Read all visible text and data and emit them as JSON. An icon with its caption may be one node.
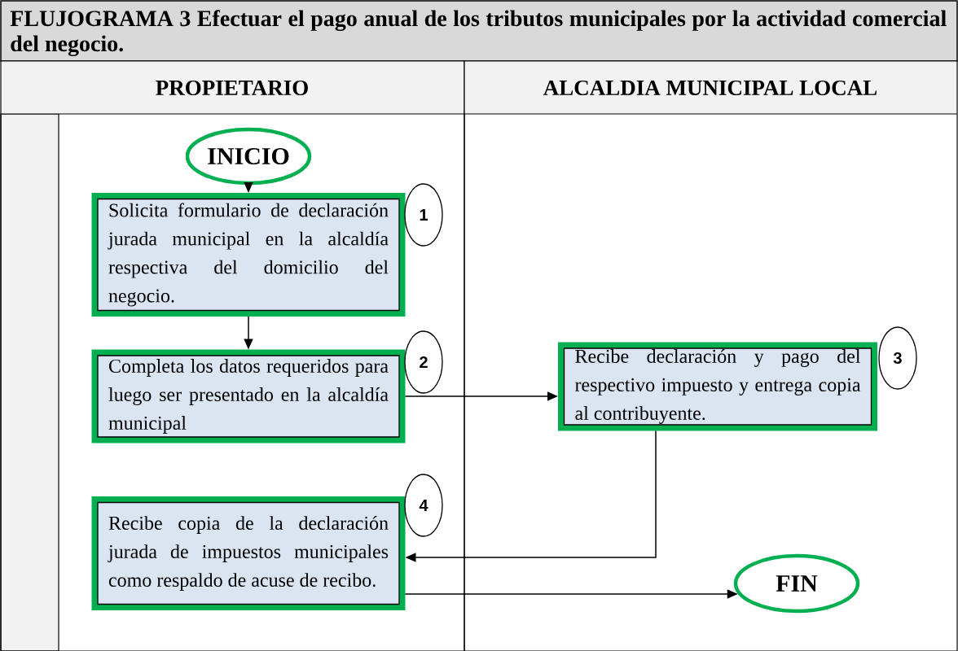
{
  "diagram": {
    "title": "FLUJOGRAMA 3 Efectuar el pago anual de los tributos municipales por la actividad comercial del negocio.",
    "nodes": [
      {
        "text": [
          "PROPIETARIO"
        ]
      },
      {
        "text": [
          "ALCALDIA MUNICIPAL LOCAL"
        ]
      },
      {
        "text": [
          "INICIO"
        ],
        "in": 0
      },
      {
        "text": [
          "Solicita formulario de declaración jurada municipal en la alcaldía respectiva del domicilio del negocio."
        ],
        "in": 0
      },
      {
        "text": [
          "1"
        ],
        "in": 0
      },
      {
        "text": [
          "Completa los datos requeridos para luego ser presentado en la alcaldía municipal"
        ],
        "in": 0
      },
      {
        "text": [
          "2"
        ],
        "in": 0
      },
      {
        "text": [
          "Recibe declaración y pago del respectivo impuesto y entrega copia al contribuyente."
        ],
        "in": 1
      },
      {
        "text": [
          "3"
        ],
        "in": 1
      },
      {
        "text": [
          "Recibe copia de la declaración jurada de impuestos municipales como respaldo de acuse de recibo."
        ],
        "in": 0
      },
      {
        "text": [
          "4"
        ],
        "in": 0
      },
      {
        "text": [
          "FIN"
        ],
        "in": 1
      }
    ],
    "edges": [
      {
        "from": 2,
        "to": 3,
        "arrow": "to"
      },
      {
        "from": 3,
        "to": 5,
        "arrow": "to"
      },
      {
        "from": 5,
        "to": 7,
        "arrow": "to"
      },
      {
        "from": 7,
        "to": 9,
        "arrow": "to"
      },
      {
        "from": 9,
        "to": 11,
        "arrow": "to"
      }
    ]
  }
}
